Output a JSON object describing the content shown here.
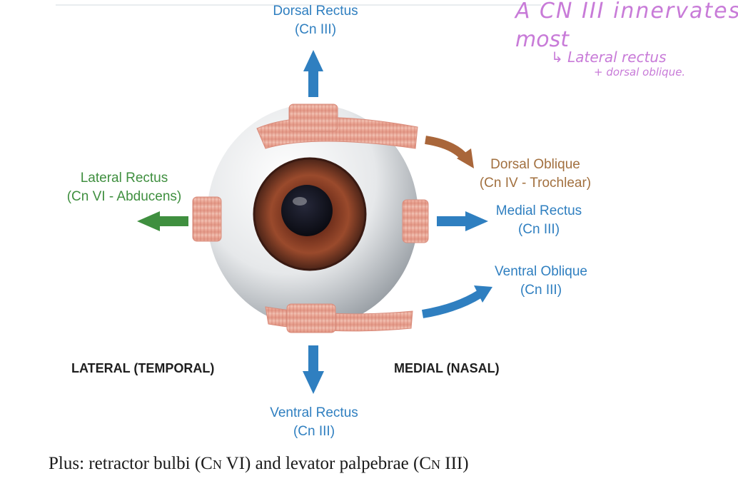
{
  "labels": {
    "dorsal_rectus": {
      "name": "Dorsal Rectus",
      "nerve": "(Cn III)"
    },
    "dorsal_oblique": {
      "name": "Dorsal Oblique",
      "nerve": "(Cn IV - Trochlear)"
    },
    "lateral_rectus": {
      "name": "Lateral Rectus",
      "nerve": "(Cn VI - Abducens)"
    },
    "medial_rectus": {
      "name": "Medial Rectus",
      "nerve": "(Cn III)"
    },
    "ventral_oblique": {
      "name": "Ventral Oblique",
      "nerve": "(Cn III)"
    },
    "ventral_rectus": {
      "name": "Ventral Rectus",
      "nerve": "(Cn III)"
    }
  },
  "sides": {
    "lateral": "LATERAL (TEMPORAL)",
    "medial": "MEDIAL (NASAL)"
  },
  "caption": {
    "prefix": "Plus: retractor bulbi (",
    "cn1": "Cn",
    "mid1": " VI) and levator palpebrae (",
    "cn2": "Cn",
    "suffix": " III)"
  },
  "handwritten": {
    "line1": "A CN III innervates",
    "line2": "most",
    "line3": "↳ Lateral rectus",
    "line4": "+ dorsal oblique."
  },
  "colors": {
    "blue": "#2f7fc0",
    "green": "#3f8f3f",
    "brown": "#a2703f",
    "muscle": "#e3a294",
    "note": "#c87bd8"
  }
}
